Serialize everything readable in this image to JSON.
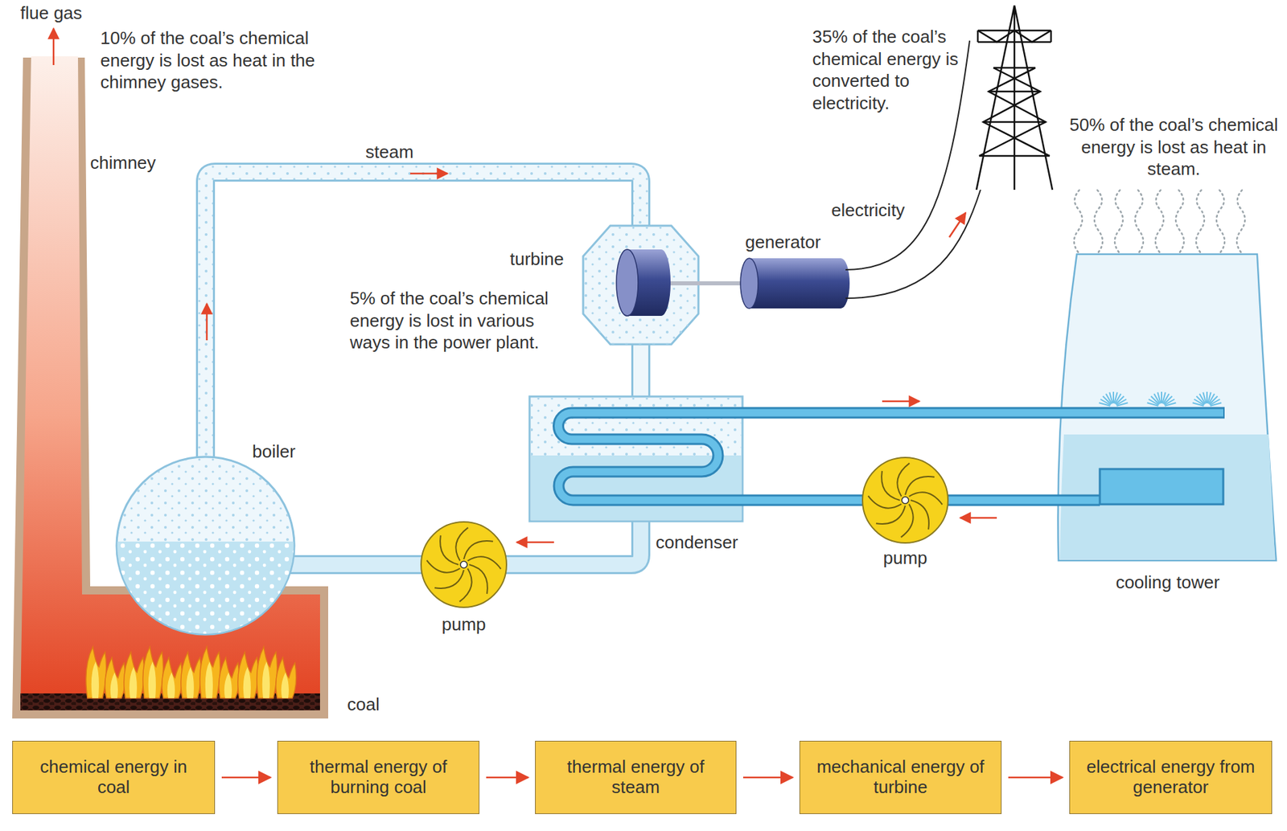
{
  "diagram": {
    "nodes": [
      {
        "text": [
          "chemical energy in coal"
        ]
      },
      {
        "text": [
          "thermal energy of burning coal"
        ]
      },
      {
        "text": [
          "thermal energy of steam"
        ]
      },
      {
        "text": [
          "mechanical energy of turbine"
        ]
      },
      {
        "text": [
          "electrical energy from generator"
        ]
      }
    ],
    "edges": [
      {
        "from": 0,
        "to": 1,
        "arrow": "to"
      },
      {
        "from": 1,
        "to": 2,
        "arrow": "to"
      },
      {
        "from": 2,
        "to": 3,
        "arrow": "to"
      },
      {
        "from": 3,
        "to": 4,
        "arrow": "to"
      }
    ],
    "labels": [
      "flue gas",
      "10% of the coal’s chemical energy is lost as heat in the chimney gases.",
      "chimney",
      "steam",
      "turbine",
      "5% of the coal’s chemical energy is lost in various ways in the power plant.",
      "generator",
      "electricity",
      "35% of the coal’s chemical energy is converted to electricity.",
      "50% of the coal’s chemical energy is lost as heat in steam.",
      "boiler",
      "condenser",
      "pump",
      "pump",
      "cooling tower",
      "coal"
    ]
  }
}
